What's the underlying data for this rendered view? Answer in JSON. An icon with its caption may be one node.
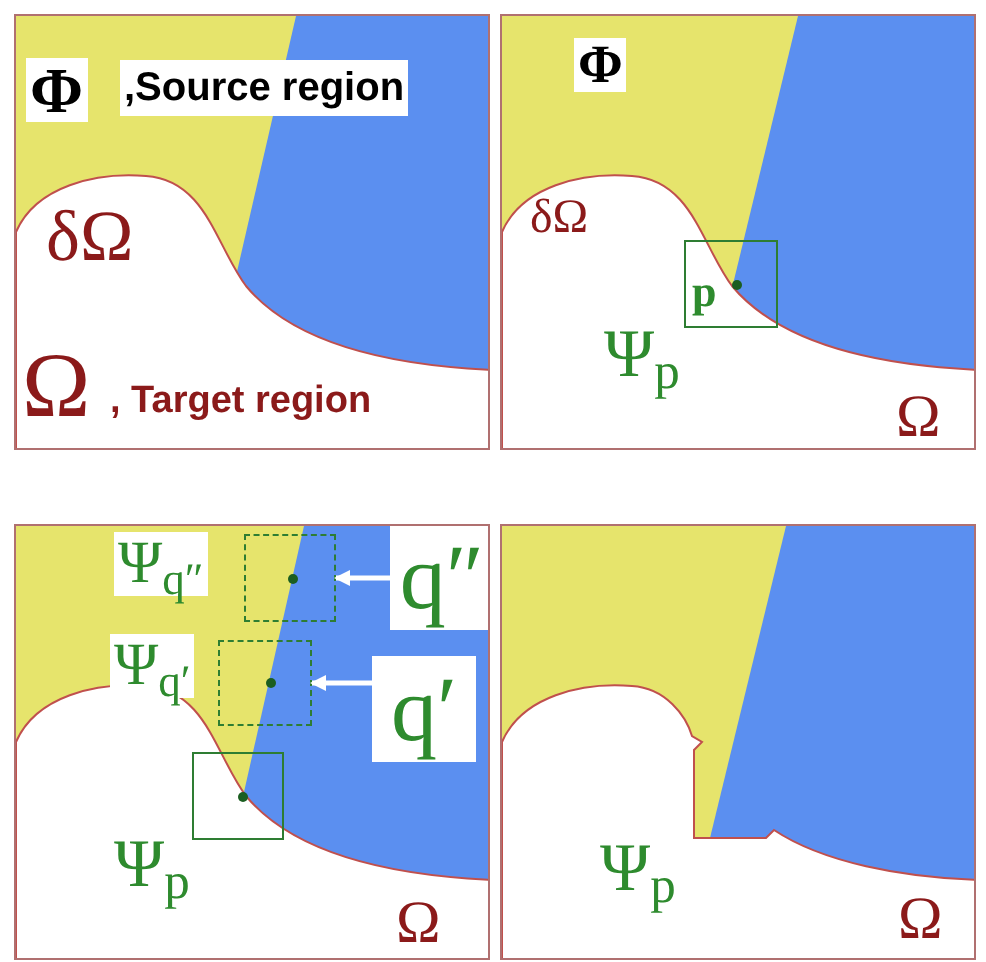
{
  "diagram": {
    "nodes": [
      {
        "text": [
          "Φ",
          ",Source region",
          "δΩ",
          "Ω",
          ", Target region"
        ]
      },
      {
        "text": [
          "Φ",
          "δΩ",
          "Ψ$_{p}$",
          "Ω"
        ]
      },
      {
        "text": [
          "p"
        ],
        "in": 1
      },
      {
        "text": [
          "Ψ$_{q″}$",
          "Ψ$_{q′}$",
          "Ψ$_{p}$",
          "Ω"
        ]
      },
      {
        "text": [],
        "shape": "box",
        "in": 3
      },
      {
        "text": [
          "q″"
        ],
        "in": 3
      },
      {
        "text": [],
        "shape": "box",
        "in": 3
      },
      {
        "text": [
          "q′"
        ],
        "in": 3
      },
      {
        "text": [],
        "shape": "box",
        "in": 3
      },
      {
        "text": [
          "Ψ$_{p}$",
          "Ω"
        ]
      }
    ],
    "edges": [
      {
        "from": 5,
        "to": 4,
        "arrow": "to",
        "color": "#ffffff"
      },
      {
        "from": 7,
        "to": 6,
        "arrow": "to",
        "color": "#ffffff"
      }
    ]
  }
}
